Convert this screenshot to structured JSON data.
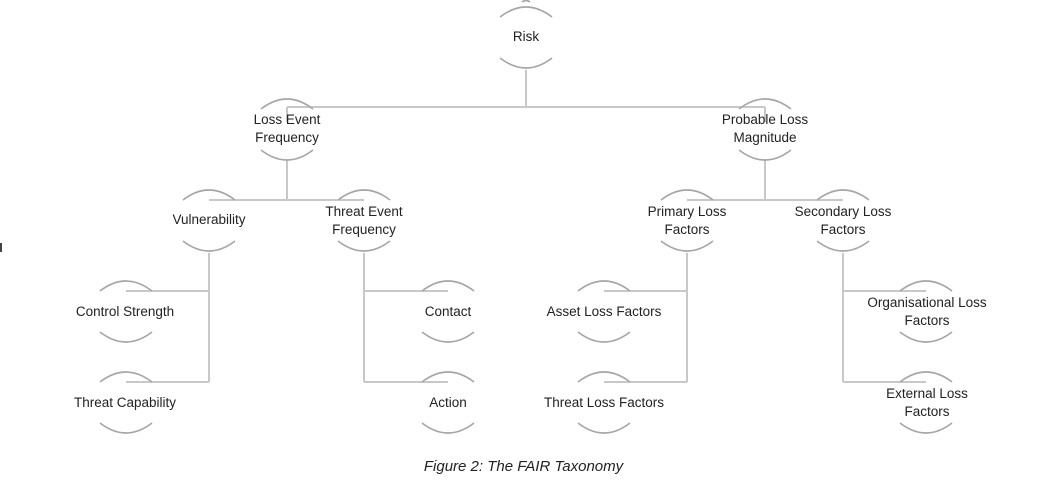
{
  "diagram": {
    "nodes": {
      "risk": "Risk",
      "lef_1": "Loss Event",
      "lef_2": "Frequency",
      "plm_1": "Probable Loss",
      "plm_2": "Magnitude",
      "vuln": "Vulnerability",
      "tef_1": "Threat Event",
      "tef_2": "Frequency",
      "plf_1": "Primary Loss",
      "plf_2": "Factors",
      "slf_1": "Secondary Loss",
      "slf_2": "Factors",
      "control_strength": "Control Strength",
      "threat_capability": "Threat Capability",
      "contact": "Contact",
      "action": "Action",
      "asset_loss": "Asset Loss Factors",
      "threat_loss": "Threat Loss Factors",
      "org_1": "Organisational Loss",
      "org_2": "Factors",
      "ext_1": "External Loss",
      "ext_2": "Factors"
    }
  },
  "caption": "Figure 2: The FAIR Taxonomy"
}
